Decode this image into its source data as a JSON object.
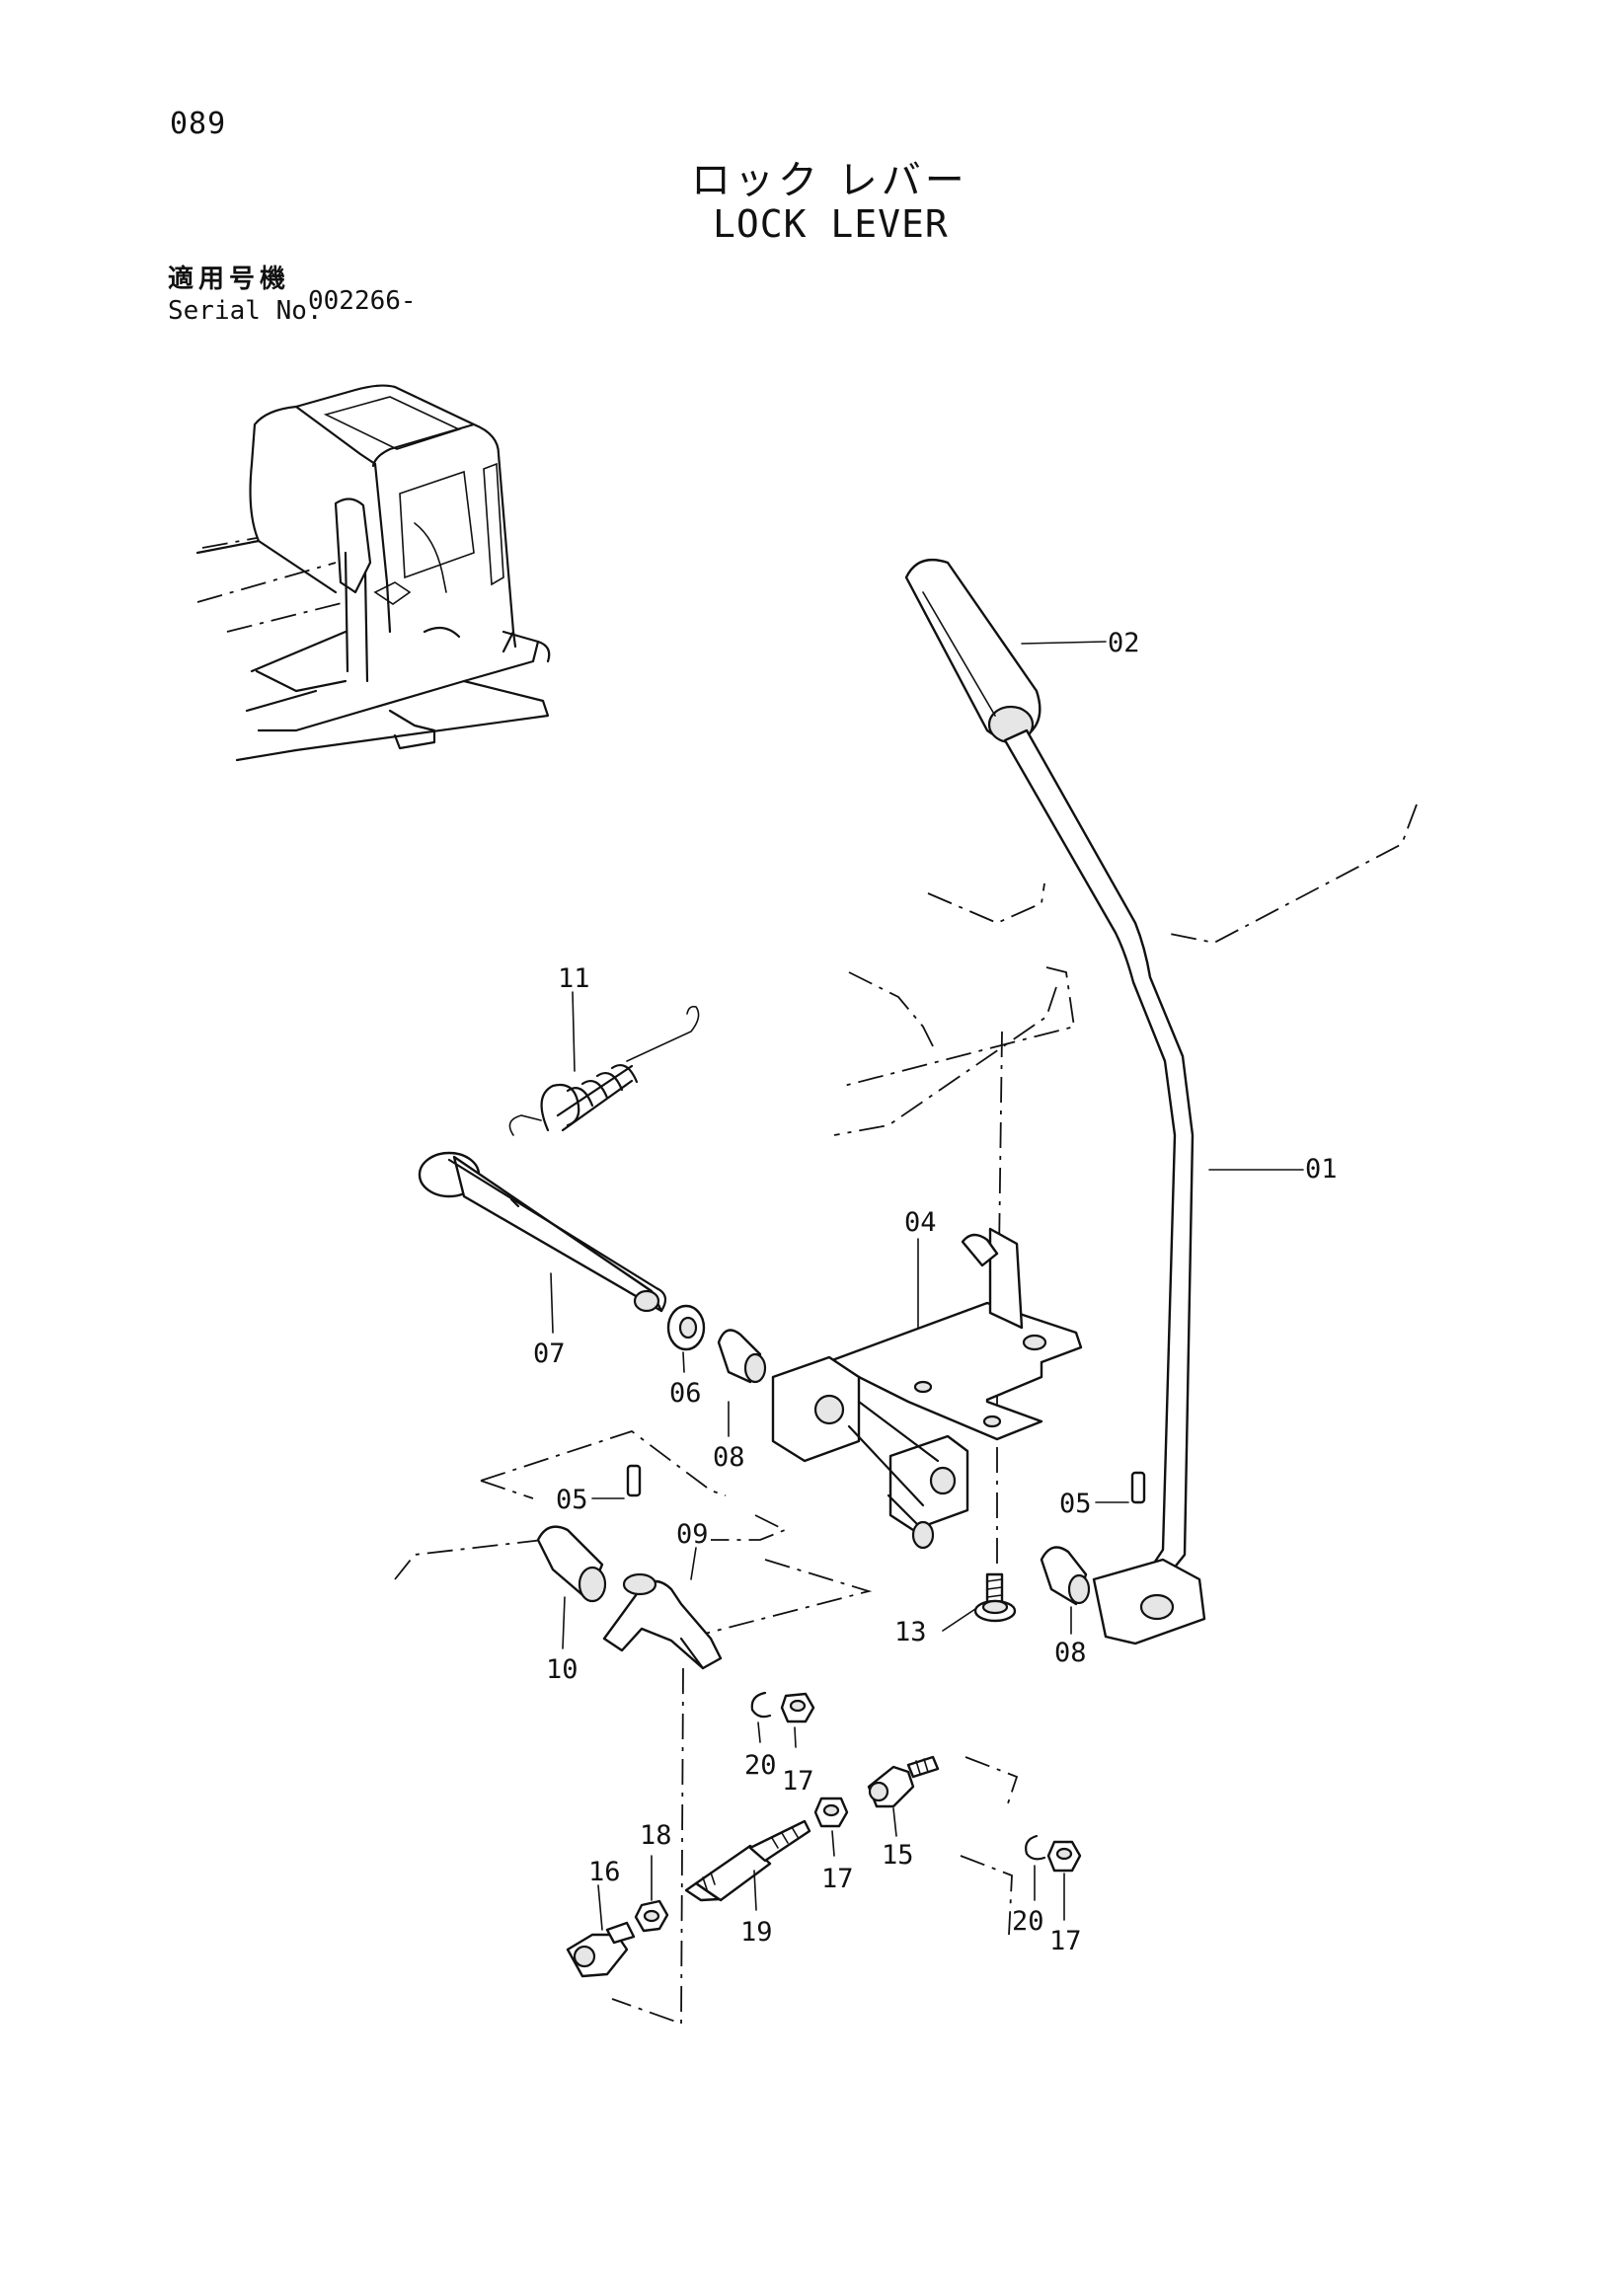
{
  "header": {
    "page_number": "089",
    "title_jp": "ロック レバー",
    "title_en": "LOCK LEVER",
    "serial_label_jp": "適用号機",
    "serial_label_en": "Serial No.",
    "serial_value": "002266-"
  },
  "callouts": [
    {
      "id": "01",
      "text": "01"
    },
    {
      "id": "02",
      "text": "02"
    },
    {
      "id": "04",
      "text": "04"
    },
    {
      "id": "05a",
      "text": "05"
    },
    {
      "id": "05b",
      "text": "05"
    },
    {
      "id": "06",
      "text": "06"
    },
    {
      "id": "07",
      "text": "07"
    },
    {
      "id": "08a",
      "text": "08"
    },
    {
      "id": "08b",
      "text": "08"
    },
    {
      "id": "09",
      "text": "09"
    },
    {
      "id": "10",
      "text": "10"
    },
    {
      "id": "11",
      "text": "11"
    },
    {
      "id": "13",
      "text": "13"
    },
    {
      "id": "15",
      "text": "15"
    },
    {
      "id": "16",
      "text": "16"
    },
    {
      "id": "17a",
      "text": "17"
    },
    {
      "id": "17b",
      "text": "17"
    },
    {
      "id": "17c",
      "text": "17"
    },
    {
      "id": "18",
      "text": "18"
    },
    {
      "id": "19",
      "text": "19"
    },
    {
      "id": "20a",
      "text": "20"
    },
    {
      "id": "20b",
      "text": "20"
    }
  ]
}
